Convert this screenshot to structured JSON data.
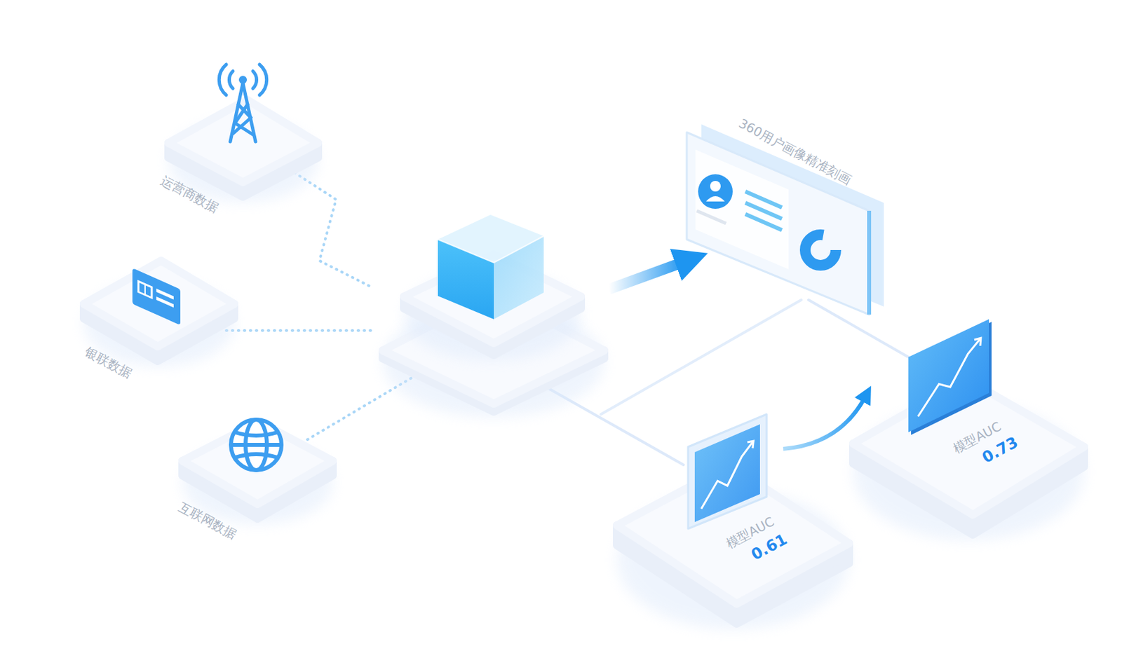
{
  "diagram": {
    "nodes": [
      {
        "text": [
          "运营商数据"
        ]
      },
      {
        "text": [
          "银联数据"
        ]
      },
      {
        "text": [
          "互联网数据"
        ]
      },
      {
        "text": []
      },
      {
        "text": [
          "360用户画像精准刻画"
        ]
      },
      {
        "text": [
          "模型AUC",
          "0.61"
        ]
      },
      {
        "text": [
          "模型AUC",
          "0.73"
        ]
      }
    ],
    "edges": [
      {
        "from": 0,
        "to": 3,
        "arrow": "none"
      },
      {
        "from": 1,
        "to": 3,
        "arrow": "none"
      },
      {
        "from": 2,
        "to": 3,
        "arrow": "none"
      },
      {
        "from": 3,
        "to": 4,
        "arrow": "to"
      },
      {
        "from": 3,
        "to": 5,
        "arrow": "none"
      },
      {
        "from": 5,
        "to": 6,
        "arrow": "to"
      },
      {
        "from": 4,
        "to": 6,
        "arrow": "none"
      }
    ]
  }
}
